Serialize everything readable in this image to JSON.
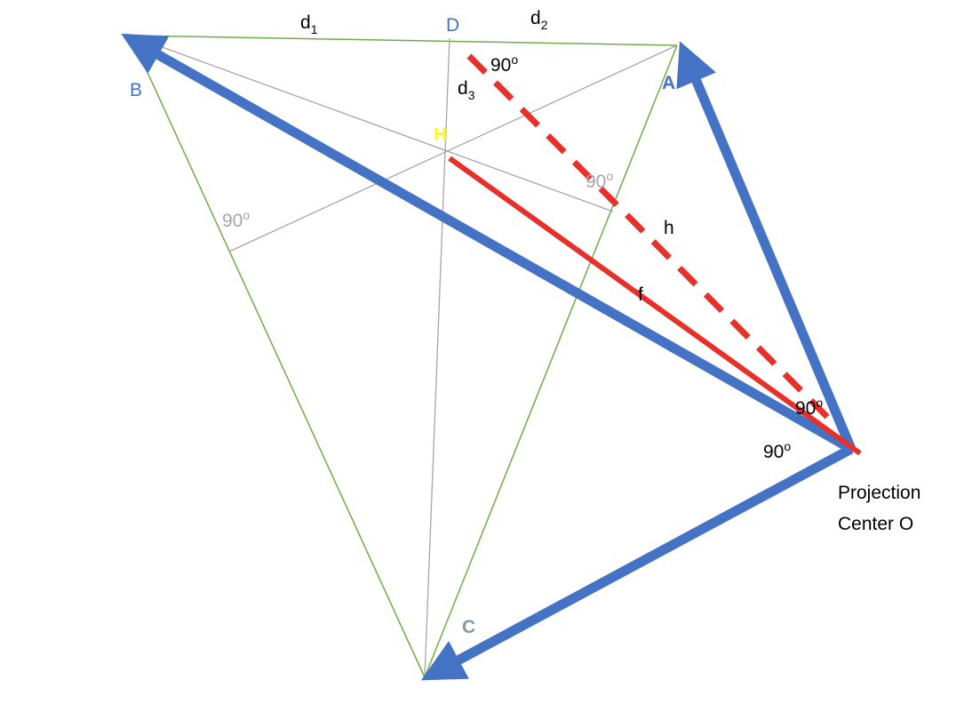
{
  "labels": {
    "d1": "d",
    "d1_sub": "1",
    "d2": "d",
    "d2_sub": "2",
    "d3": "d",
    "d3_sub": "3",
    "D": "D",
    "B": "B",
    "A": "A",
    "H": "H",
    "C": "C",
    "h": "h",
    "f": "f",
    "angle_top": "90",
    "angle_right_edge": "90",
    "angle_left_edge": "90",
    "angle_center_upper": "90",
    "angle_center_lower": "90",
    "angle_sup": "o",
    "projection_line1": "Projection",
    "projection_line2": "Center O"
  },
  "colors": {
    "triangle": "#70ad47",
    "helper": "#a6a6a6",
    "vector": "#4472c4",
    "focal": "#e8302a",
    "label_blue": "#4472c4",
    "label_gray": "#a6a6a6",
    "label_yellow": "#ffff00",
    "label_c": "#8497b0",
    "text": "#000000"
  }
}
